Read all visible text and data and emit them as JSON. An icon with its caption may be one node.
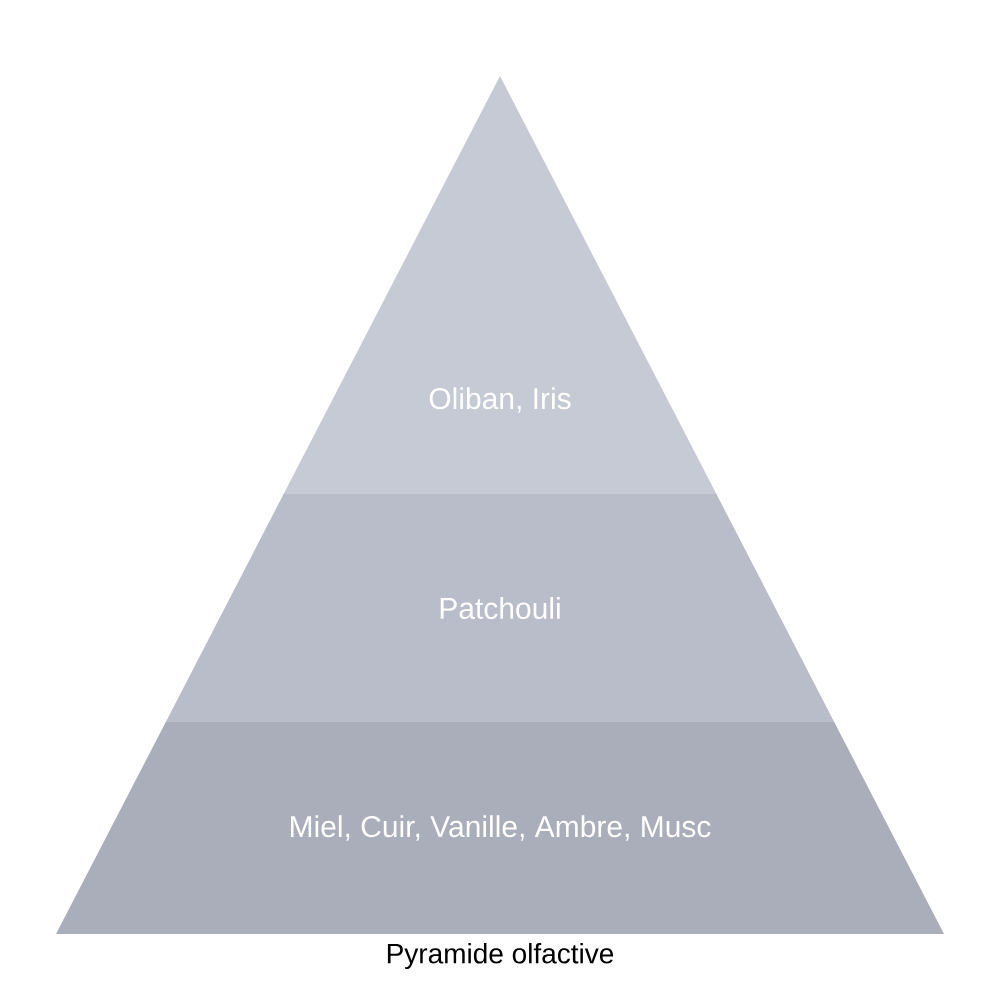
{
  "diagram": {
    "caption": "Pyramide olfactive",
    "nodes": [
      {
        "text": [
          "Oliban, Iris"
        ]
      },
      {
        "text": [
          "Patchouli"
        ]
      },
      {
        "text": [
          "Miel, Cuir, Vanille, Ambre, Musc"
        ]
      }
    ]
  }
}
